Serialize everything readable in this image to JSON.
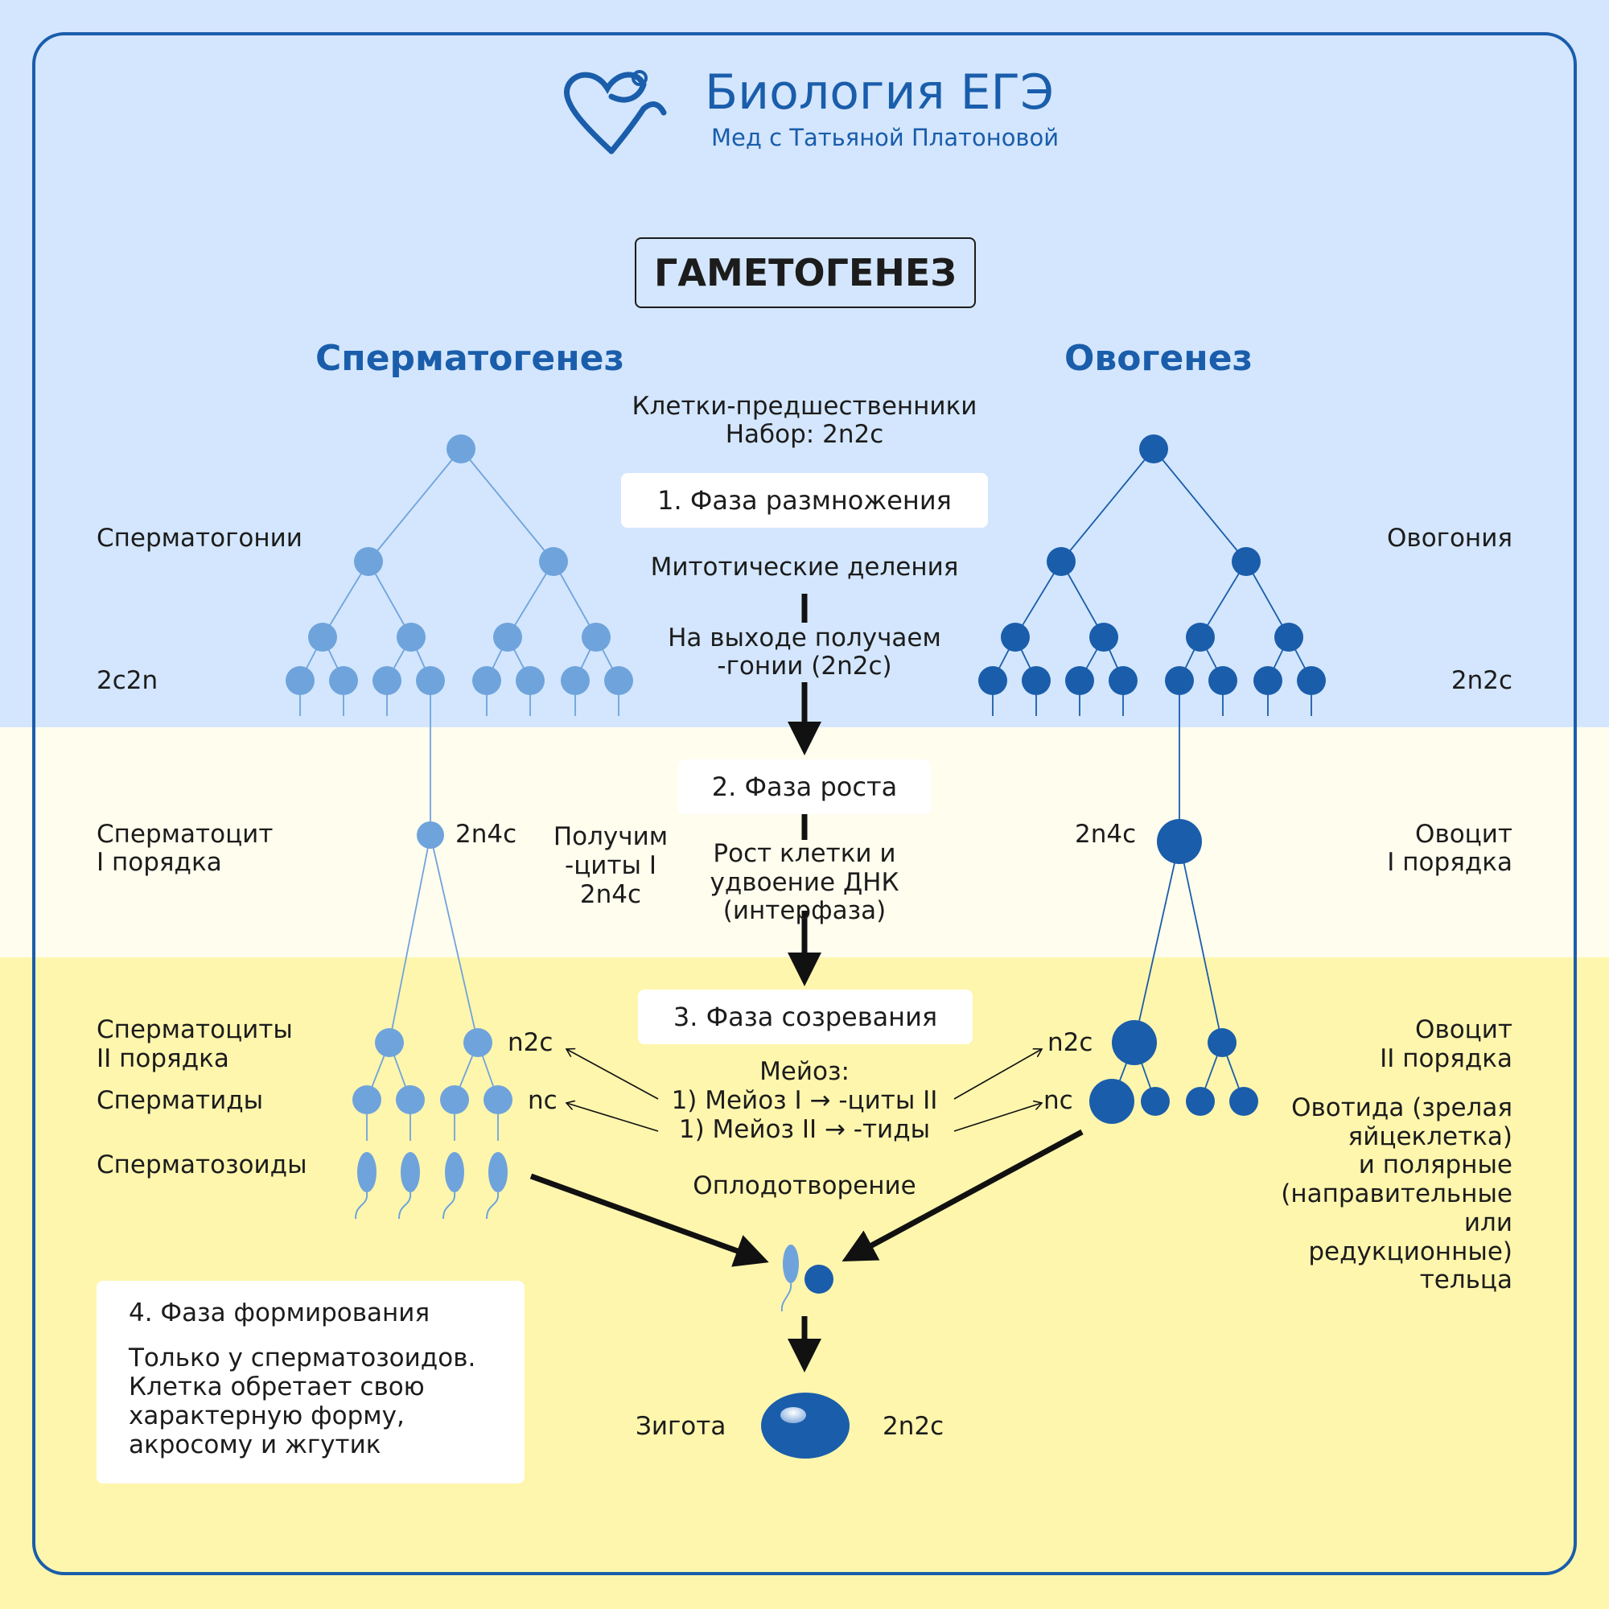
{
  "brand": {
    "logo_icon": "heart-stethoscope-icon",
    "title": "Биология ЕГЭ",
    "subtitle": "Мед с Татьяной Платоновой"
  },
  "title": "ГАМЕТОГЕНЕЗ",
  "columns": {
    "left_title": "Сперматогенез",
    "right_title": "Овогенез"
  },
  "precursor": {
    "line1": "Клетки-предшественники",
    "line2": "Набор: 2n2c"
  },
  "phases": [
    {
      "label": "1. Фаза размножения",
      "note": "Митотические деления",
      "result_line1": "На выходе получаем",
      "result_line2": "-гонии (2n2c)"
    },
    {
      "label": "2. Фаза роста",
      "note_line1": "Рост клетки и",
      "note_line2": "удвоение ДНК",
      "note_line3": "(интерфаза)",
      "side_line1": "Получим",
      "side_line2": "-циты I",
      "side_line3": "2n4c"
    },
    {
      "label": "3. Фаза созревания",
      "meiosis_title": "Мейоз:",
      "meiosis_1": "1) Мейоз I → -циты II",
      "meiosis_2": "1) Мейоз II → -тиды"
    },
    {
      "label": "4. Фаза формирования",
      "text": "Только у сперматозоидов.\nКлетка обретает свою\nхарактерную форму,\nакросому и жгутик"
    }
  ],
  "spermatogenesis": {
    "spermatogonia": "Сперматогонии",
    "spermatogonia_set": "2c2n",
    "spermatocyte1_line1": "Сперматоцит",
    "spermatocyte1_line2": "I порядка",
    "spermatocyte1_set": "2n4c",
    "spermatocyte2_line1": "Сперматоциты",
    "spermatocyte2_line2": "II порядка",
    "spermatocyte2_set": "n2c",
    "spermatids": "Сперматиды",
    "spermatids_set": "nc",
    "spermatozoa": "Сперматозоиды"
  },
  "oogenesis": {
    "oogonia": "Овогония",
    "oogonia_set": "2n2c",
    "oocyte1_line1": "Овоцит",
    "oocyte1_line2": "I порядка",
    "oocyte1_set": "2n4c",
    "oocyte2_line1": "Овоцит",
    "oocyte2_line2": "II порядка",
    "oocyte2_set": "n2c",
    "ootid_set": "nc",
    "ootid_lines": [
      "Овотида (зрелая",
      "яйцеклетка)",
      "и полярные",
      "(направительные",
      "или",
      "редукционные)",
      "тельца"
    ]
  },
  "fertilization": "Оплодотворение",
  "zygote": {
    "label": "Зигота",
    "set": "2n2c"
  },
  "colors": {
    "sperm_cell": "#6fa3dc",
    "egg_cell": "#1a5dab",
    "frame": "#1a5dab",
    "band_blue": "#d3e6fd",
    "band_cream": "#fffdee",
    "band_yellow": "#fef6ad"
  }
}
